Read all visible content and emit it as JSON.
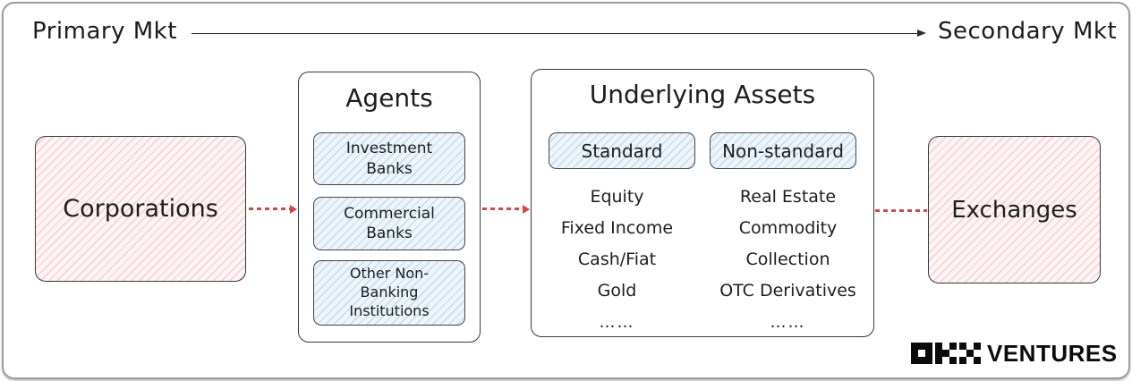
{
  "header": {
    "primary_label": "Primary Mkt",
    "secondary_label": "Secondary Mkt"
  },
  "nodes": {
    "corporations": {
      "label": "Corporations"
    },
    "agents": {
      "title": "Agents",
      "items": [
        "Investment Banks",
        "Commercial Banks",
        "Other Non-Banking Institutions"
      ]
    },
    "underlying_assets": {
      "title": "Underlying Assets",
      "columns": [
        {
          "header": "Standard",
          "items": [
            "Equity",
            "Fixed Income",
            "Cash/Fiat",
            "Gold",
            "……"
          ]
        },
        {
          "header": "Non-standard",
          "items": [
            "Real Estate",
            "Commodity",
            "Collection",
            "OTC Derivatives",
            "……"
          ]
        }
      ]
    },
    "exchanges": {
      "label": "Exchanges"
    }
  },
  "branding": {
    "wordmark": "VENTURES",
    "logo_mark": "okx-pixel-logo"
  },
  "colors": {
    "connector_red": "#cd4b45",
    "box_border": "#343a40",
    "frame_border": "#9c9c9c",
    "pink_fill": "#fcf4f4",
    "blue_fill": "#edf5fa",
    "text": "#1d1d1d"
  }
}
